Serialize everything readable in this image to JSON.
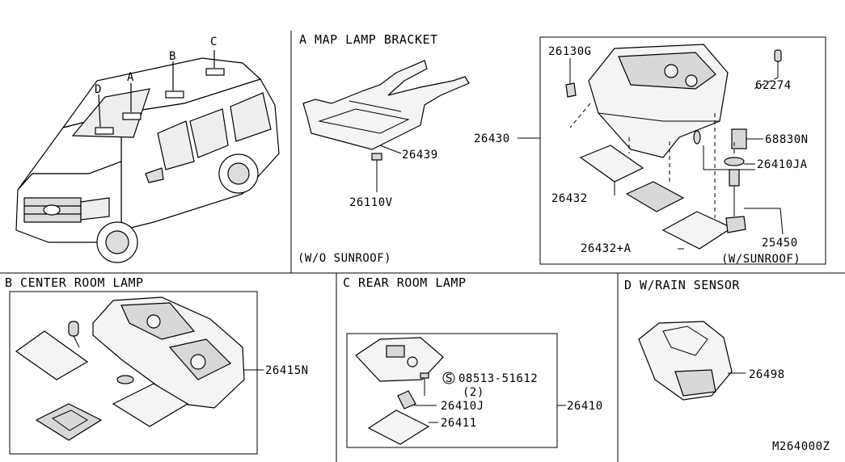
{
  "sections": {
    "a": {
      "title": "A  MAP LAMP BRACKET",
      "note": "(W/O SUNROOF)"
    },
    "b": {
      "title": "B CENTER ROOM LAMP"
    },
    "c": {
      "title": "C REAR ROOM LAMP"
    },
    "d": {
      "title": "D W/RAIN SENSOR"
    },
    "sunroof": {
      "note": "(W/SUNROOF)"
    }
  },
  "vehicle_callouts": {
    "a": "A",
    "b": "B",
    "c": "C",
    "d": "D"
  },
  "parts": {
    "p26439": "26439",
    "p26110v": "26110V",
    "p26130g": "26130G",
    "p62274": "62274",
    "p26430": "26430",
    "p68830n": "68830N",
    "p26410ja": "26410JA",
    "p26432": "26432",
    "p25450": "25450",
    "p26432a": "26432+A",
    "p26415n": "26415N",
    "p08513": "08513-51612",
    "p08513_qty": "(2)",
    "p08513_sym": "S",
    "p26410j": "26410J",
    "p26410": "26410",
    "p26411": "26411",
    "p26498": "26498"
  },
  "diagram_code": "M264000Z"
}
